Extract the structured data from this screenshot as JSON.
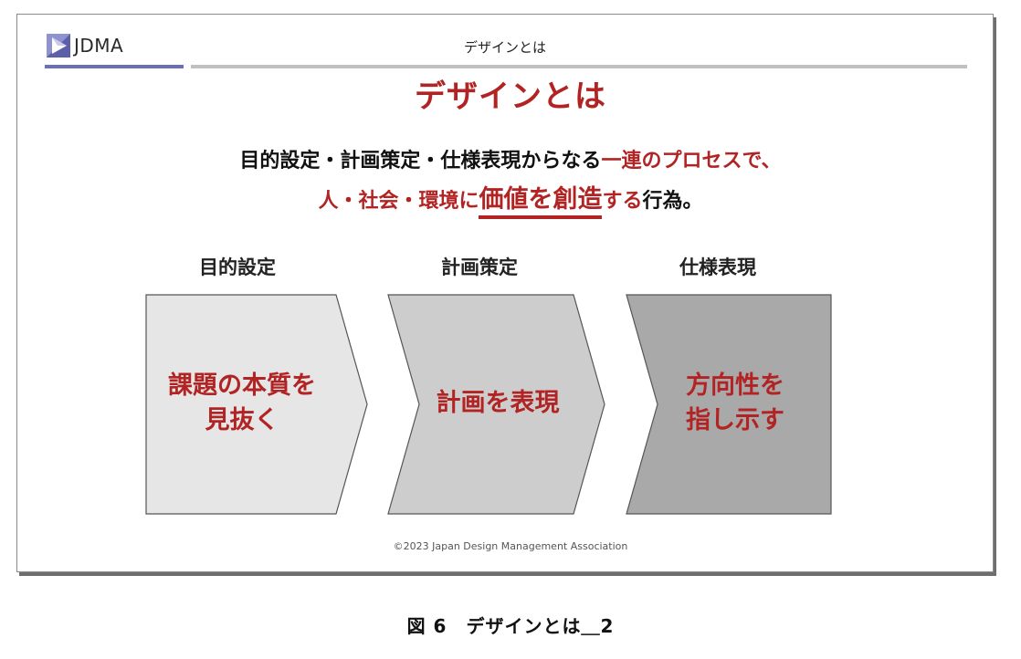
{
  "header": {
    "logo_text": "JDMA",
    "title": "デザインとは"
  },
  "main": {
    "title": "デザインとは",
    "line1": {
      "black": "目的設定・計画策定・仕様表現からなる",
      "red": "一連のプロセスで、"
    },
    "line2": {
      "red_start": "人・社会・環境に",
      "red_big": "価値を創造",
      "red_end": "する",
      "black_end": "行為。"
    }
  },
  "steps": [
    {
      "label": "目的設定",
      "text_line1": "課題の本質を",
      "text_line2": "見抜く",
      "fill": "#e6e6e6"
    },
    {
      "label": "計画策定",
      "text_line1": "計画を表現",
      "text_line2": "",
      "fill": "#cdcdcd"
    },
    {
      "label": "仕様表現",
      "text_line1": "方向性を",
      "text_line2": "指し示す",
      "fill": "#a9a9a9"
    }
  ],
  "footer": {
    "copyright": "©2023 Japan Design Management Association"
  },
  "caption": "図 6　デザインとは＿2",
  "colors": {
    "accent_red": "#b22424",
    "logo_blue": "#6b6fb5",
    "rule_gray": "#c0c0c0"
  }
}
